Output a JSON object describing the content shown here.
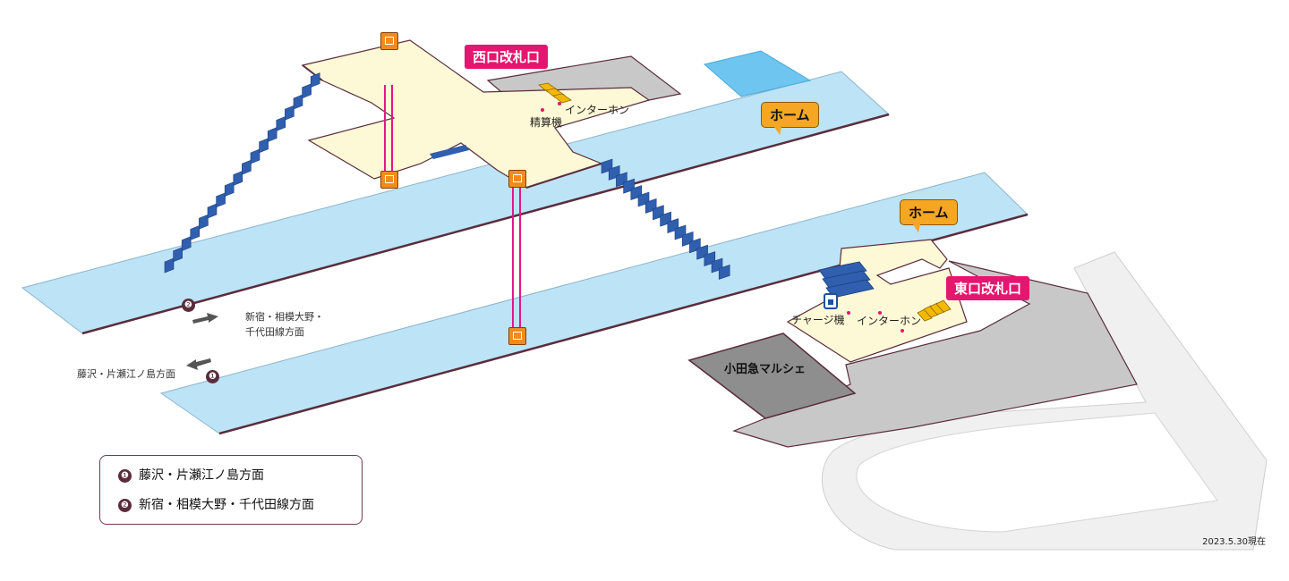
{
  "gates": {
    "west": "西口改札口",
    "east": "東口改札口"
  },
  "platforms": {
    "upper": "ホーム",
    "lower": "ホーム"
  },
  "facilities": {
    "fare_adjust_west": "精算機",
    "intercom_west": "インターホン",
    "charge_east": "チャージ機",
    "intercom_east": "インターホン",
    "shop": "小田急マルシェ"
  },
  "directions": {
    "two_line1": "新宿・相模大野・",
    "two_line2": "千代田線方面",
    "one": "藤沢・片瀬江ノ島方面",
    "marker_one": "❶",
    "marker_two": "❷"
  },
  "legend": {
    "item1_num": "❶",
    "item1": "藤沢・片瀬江ノ島方面",
    "item2_num": "❷",
    "item2": "新宿・相模大野・千代田線方面"
  },
  "date": "2023.5.30現在",
  "colors": {
    "platform": "#bde3f6",
    "concourse": "#fdf8d6",
    "gate_area": "#c8c8c9",
    "shop": "#8e8e8f",
    "gate_label": "#e5166f",
    "home_label": "#f5a623",
    "outline": "#5a2d3c",
    "stairs": "#2f5fae"
  }
}
